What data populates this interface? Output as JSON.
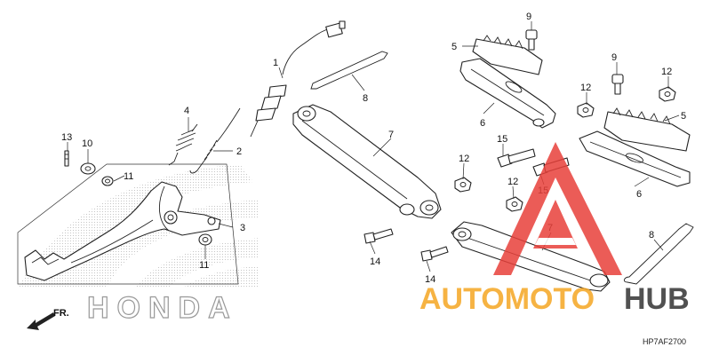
{
  "diagram_code": "HP7AF2700",
  "brand_watermark": "HONDA",
  "direction_label": "FR.",
  "site_watermark": {
    "part1": "AUTOMOTO",
    "part2": "HUB",
    "color1": "#f5a623",
    "color2": "#333333",
    "triangle_color": "#e8403a"
  },
  "callouts": {
    "c1": "1",
    "c2": "2",
    "c3": "3",
    "c4": "4",
    "c5a": "5",
    "c5b": "5",
    "c6a": "6",
    "c6b": "6",
    "c7a": "7",
    "c7b": "7",
    "c8a": "8",
    "c8b": "8",
    "c9a": "9",
    "c9b": "9",
    "c10": "10",
    "c11a": "11",
    "c11b": "11",
    "c12a": "12",
    "c12b": "12",
    "c12c": "12",
    "c12d": "12",
    "c13": "13",
    "c14a": "14",
    "c14b": "14",
    "c15a": "15",
    "c15b": "15"
  }
}
